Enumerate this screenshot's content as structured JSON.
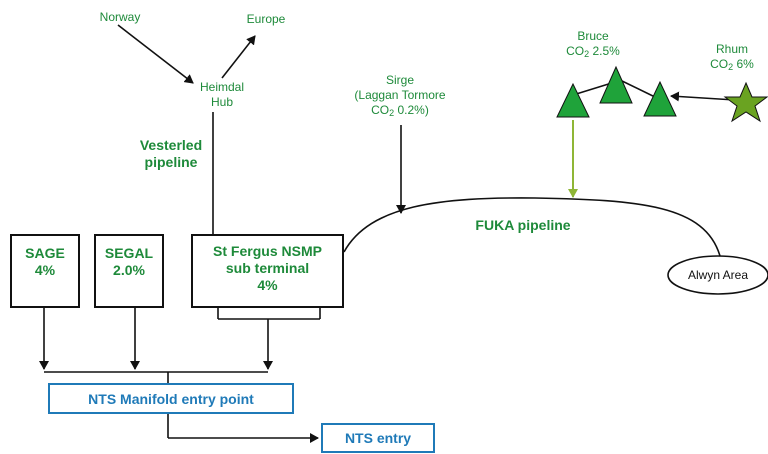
{
  "labels": {
    "norway": "Norway",
    "europe": "Europe",
    "heimdal": "Heimdal\nHub",
    "vesterled": "Vesterled\npipeline",
    "sirge_name": "Sirge",
    "sirge_sub": "(Laggan Tormore",
    "sirge_co2_prefix": "CO",
    "sirge_co2_sub": "2",
    "sirge_co2_value": " 0.2%)",
    "fuka": "FUKA pipeline",
    "bruce_name": "Bruce",
    "bruce_co2_prefix": "CO",
    "bruce_co2_sub": "2",
    "bruce_co2_value": " 2.5%",
    "rhum_name": "Rhum",
    "rhum_co2_prefix": "CO",
    "rhum_co2_sub": "2",
    "rhum_co2_value": " 6%",
    "alwyn": "Alwyn Area"
  },
  "boxes": {
    "sage": "SAGE\n4%",
    "segal": "SEGAL\n2.0%",
    "stfergus": "St Fergus NSMP\nsub terminal\n4%",
    "manifold": "NTS Manifold entry point",
    "nts_entry": "NTS entry"
  },
  "colors": {
    "green_text": "#1e8a3a",
    "blue": "#1f7ab8",
    "triangle_fill": "#1fa33a",
    "star_fill": "#6aa321",
    "olive_arrow": "#8fb636"
  }
}
